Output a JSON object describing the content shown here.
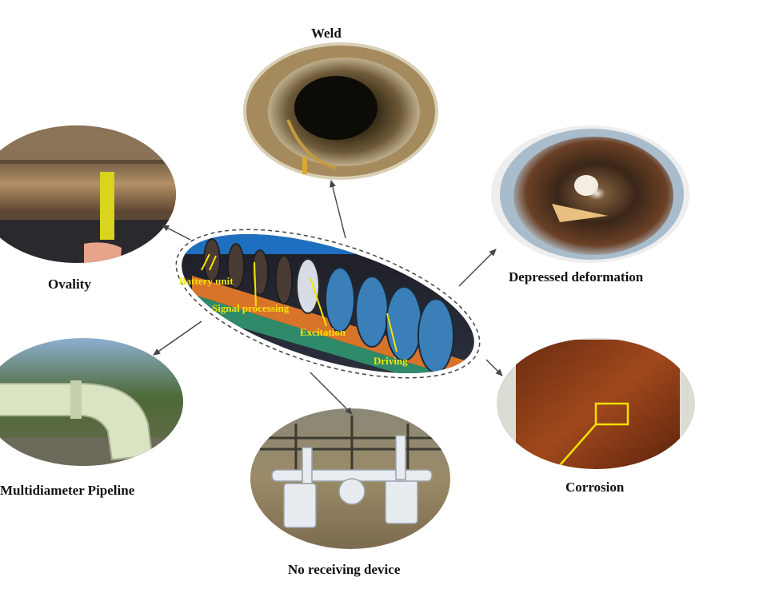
{
  "center": {
    "annotations": [
      "Battery unit",
      "Signal processing",
      "Excitation",
      "Driving"
    ]
  },
  "defects": {
    "weld": "Weld",
    "ovality": "Ovality",
    "depressed_deformation": "Depressed deformation",
    "multidiameter_pipeline": "Multidiameter Pipeline",
    "corrosion": "Corrosion",
    "no_receiving_device": "No receiving device"
  },
  "colors": {
    "annotation_text": "#f5e400",
    "tool_blue": "#1f6fc0",
    "rust": "#8a3b17",
    "arrow": "#444444"
  }
}
